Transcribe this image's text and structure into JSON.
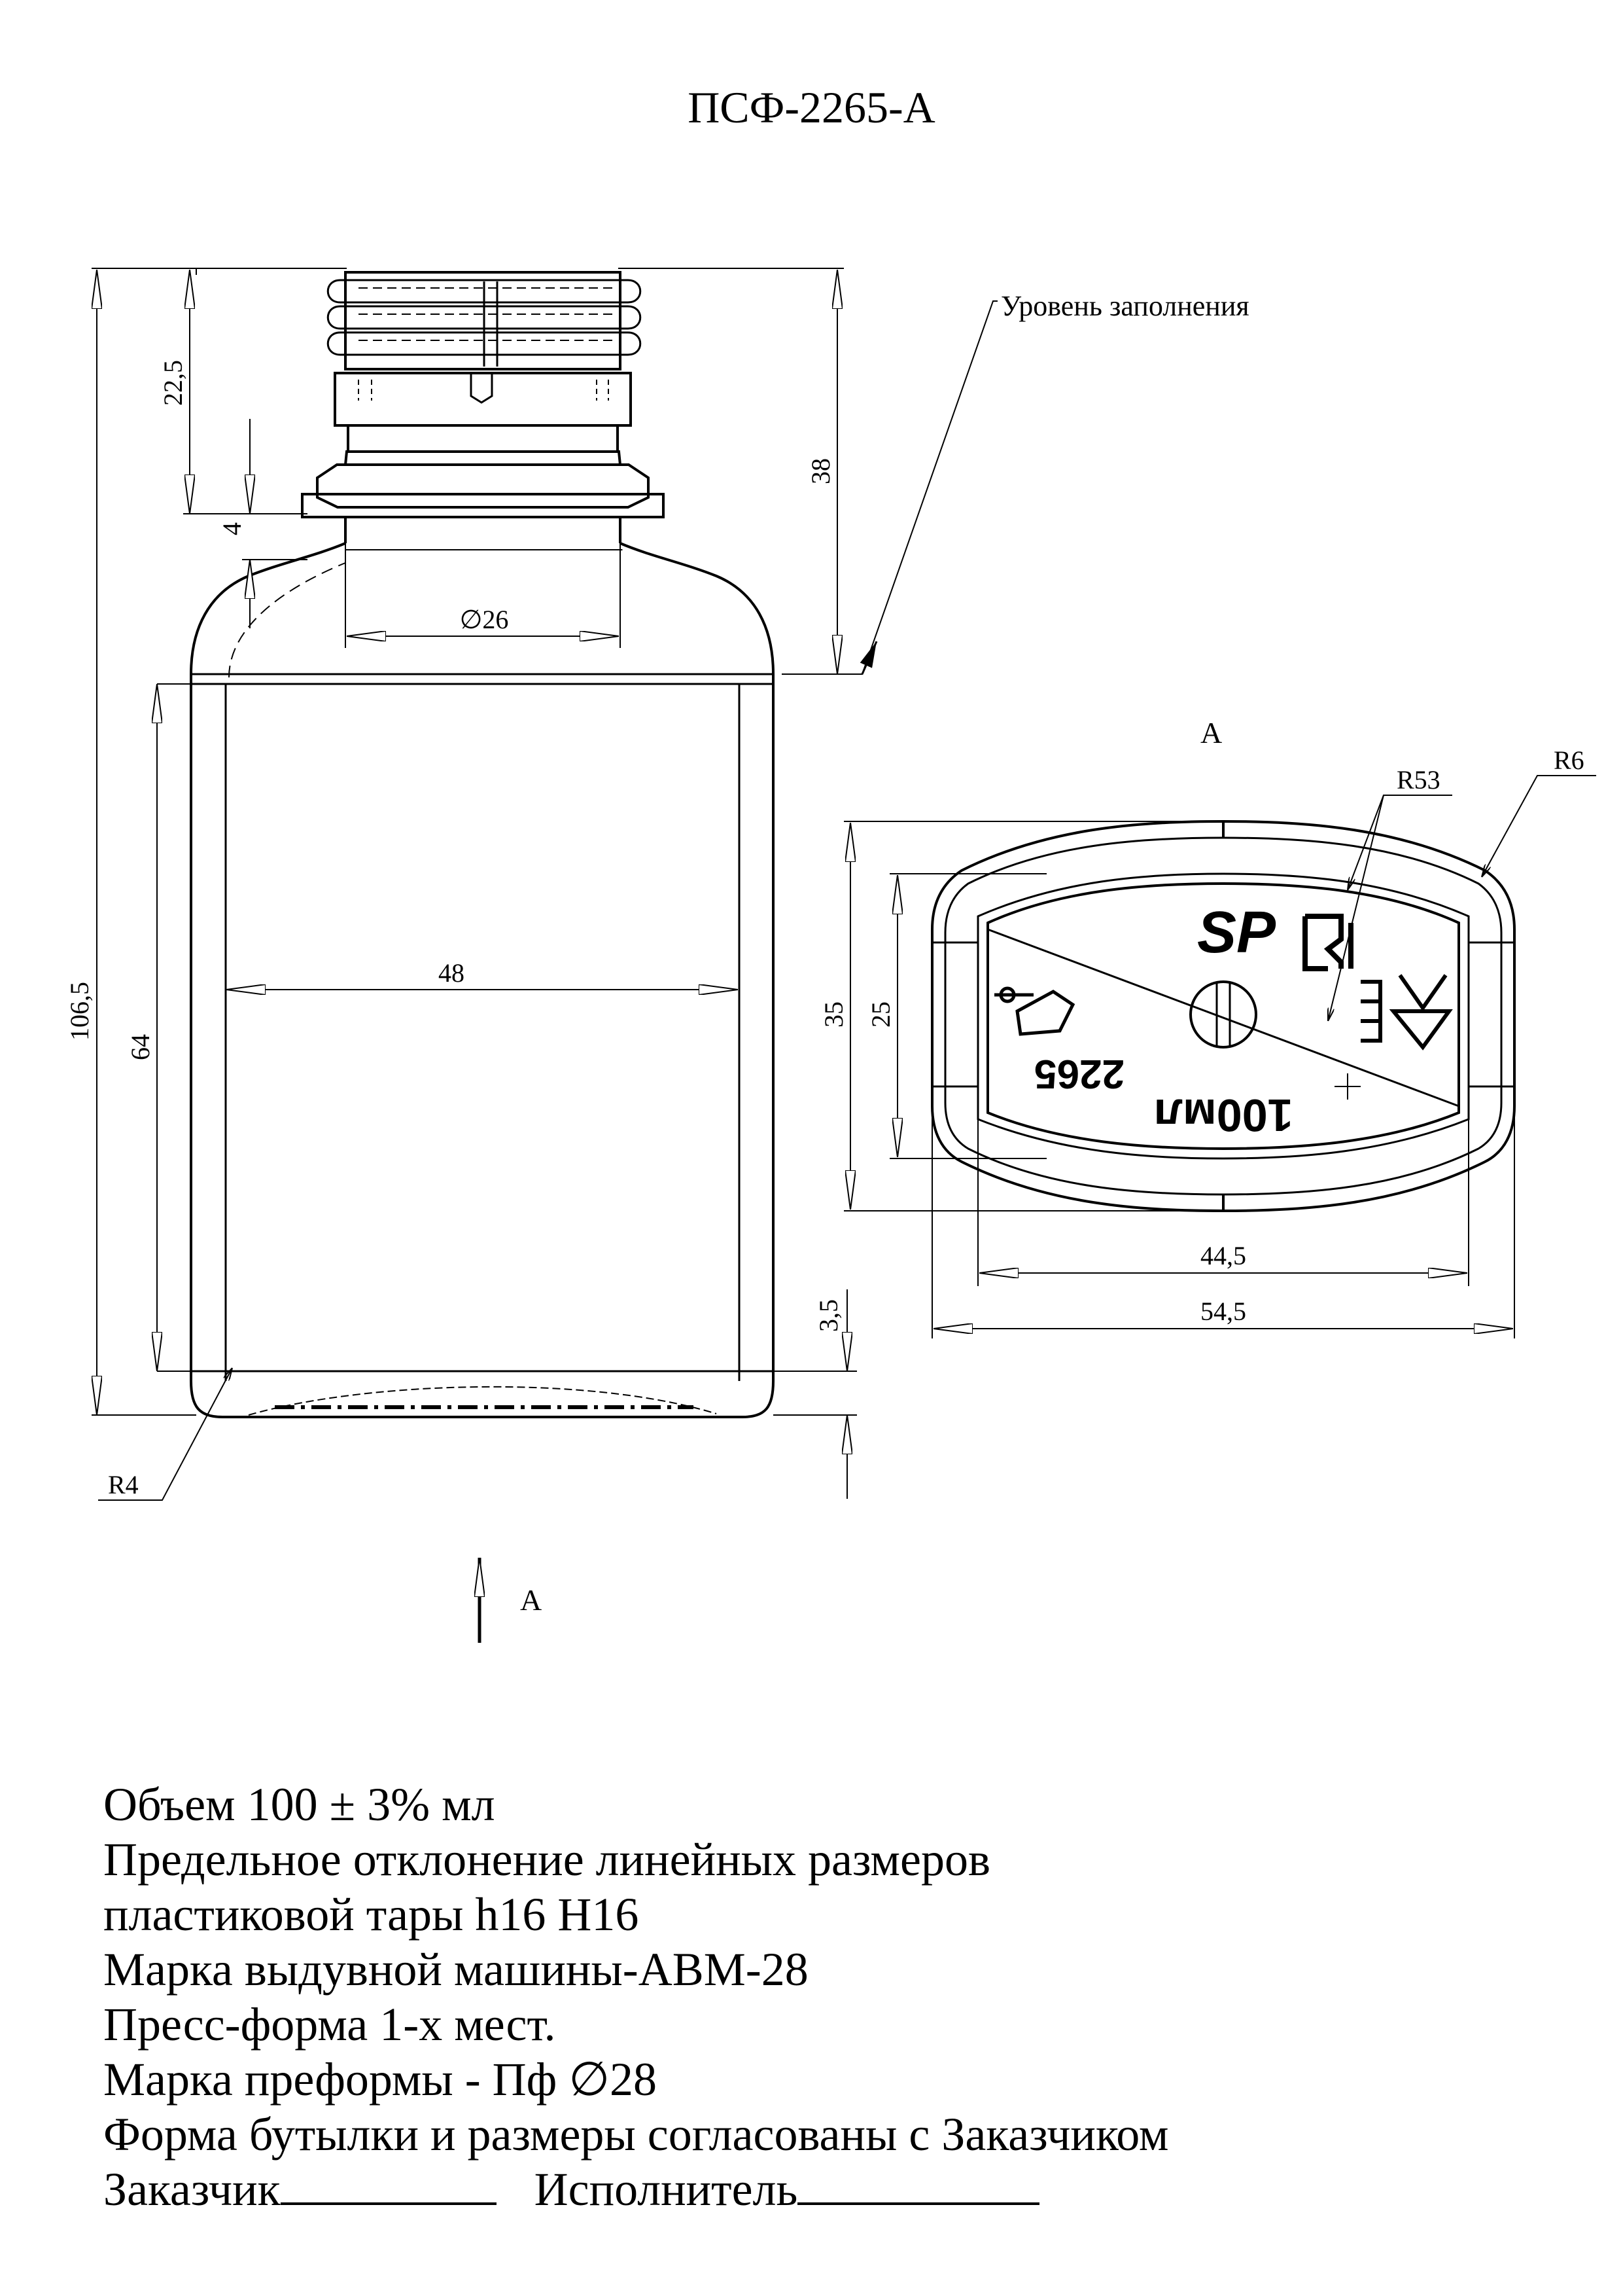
{
  "title": "ПСФ-2265-А",
  "front_view": {
    "fill_level_label": "Уровень заполнения",
    "dim_total_height": "106,5",
    "dim_neck_height": "22,5",
    "dim_ring": "4",
    "dim_fill_level": "38",
    "dim_neck_diameter": "∅26",
    "dim_body_height": "64",
    "dim_body_width": "48",
    "dim_base": "3,5",
    "radius_base": "R4",
    "view_arrow_label": "А"
  },
  "bottom_view": {
    "view_label": "А",
    "radius_large": "R53",
    "radius_corner": "R6",
    "dim_depth_outer": "35",
    "dim_depth_inner": "25",
    "dim_width_inner": "44,5",
    "dim_width_outer": "54,5",
    "logo_text": "SP",
    "volume_mark": "100мл",
    "code_mark": "2265",
    "fork_glass_symbol": "food-safe-icon",
    "recycle_symbol": "recycle-icon"
  },
  "notes": {
    "line1": "Объем 100 ± 3% мл",
    "line2": "Предельное отклонение линейных размеров",
    "line3": "пластиковой тары h16 H16",
    "line4": "Марка выдувной машины-АВМ-28",
    "line5": "Пресс-форма 1-х мест.",
    "line6": "Марка преформы - Пф ∅28",
    "line7": "Форма бутылки и размеры согласованы с Заказчиком",
    "customer_label": "Заказчик",
    "executor_label": "Исполнитель"
  }
}
